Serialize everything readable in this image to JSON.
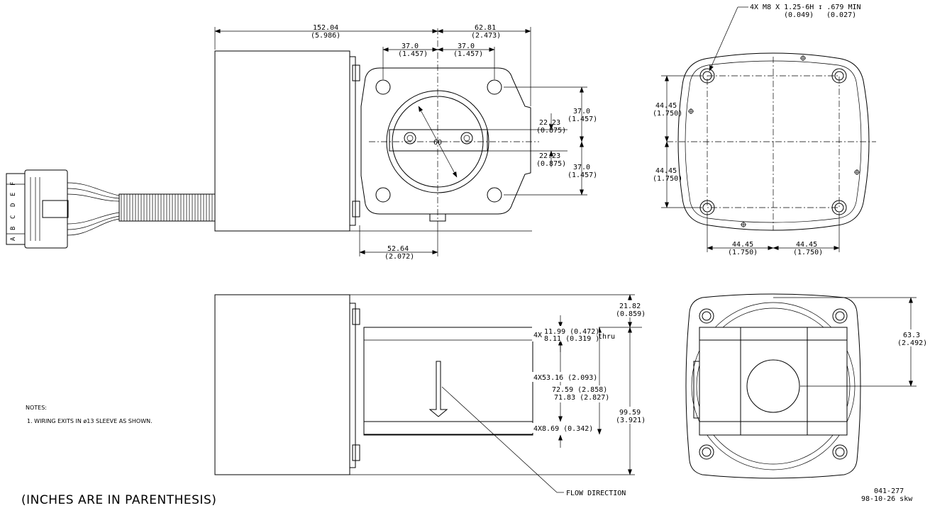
{
  "dimensions": {
    "overall_length": "152.04",
    "overall_length_in": "(5.986)",
    "right_ext": "62.81",
    "right_ext_in": "(2.473)",
    "hole_left": "37.0",
    "hole_left_in": "(1.457)",
    "hole_right": "37.0",
    "hole_right_in": "(1.457)",
    "v_top": "37.0",
    "v_top_in": "(1.457)",
    "v_bot": "37.0",
    "v_bot_in": "(1.457)",
    "half_top": "22.23",
    "half_top_in": "(0.875)",
    "half_bot": "22.23",
    "half_bot_in": "(0.875)",
    "bore": "60",
    "bottom_ext": "52.64",
    "bottom_ext_in": "(2.072)",
    "end_top": "44.45",
    "end_top_in": "(1.750)",
    "end_bot": "44.45",
    "end_bot_in": "(1.750)",
    "end_left": "44.45",
    "end_left_in": "(1.750)",
    "end_right": "44.45",
    "end_right_in": "(1.750)",
    "offset": "21.82",
    "offset_in": "(0.859)",
    "thru_a": "4X",
    "thru_b": "11.99  (0.472)",
    "thru_c": "8.11  (0.319  )",
    "thru_label": "thru",
    "center_span": "4X53.16  (2.093)",
    "span_a": "72.59  (2.858)",
    "span_b": "71.83  (2.827)",
    "bottom_hole": "4X8.69  (0.342)",
    "height": "99.59",
    "height_in": "(3.921)",
    "right_height": "63.3",
    "right_height_in": "(2.492)"
  },
  "thread_callout": {
    "line1": "4X  M8  X  1.25-6H  ↧ .679  MIN",
    "line2a": "(0.049)",
    "line2b": "(0.027)"
  },
  "connector_pins": [
    "A",
    "B",
    "C",
    "D",
    "E",
    "F"
  ],
  "notes": {
    "title": "NOTES:",
    "item1": "1. WIRING EXITS IN ø13 SLEEVE AS SHOWN."
  },
  "units_note": "(INCHES ARE IN PARENTHESIS)",
  "flow_label": "FLOW  DIRECTION",
  "drawing_id": {
    "number": "041-277",
    "date": "98-10-26  skw"
  }
}
